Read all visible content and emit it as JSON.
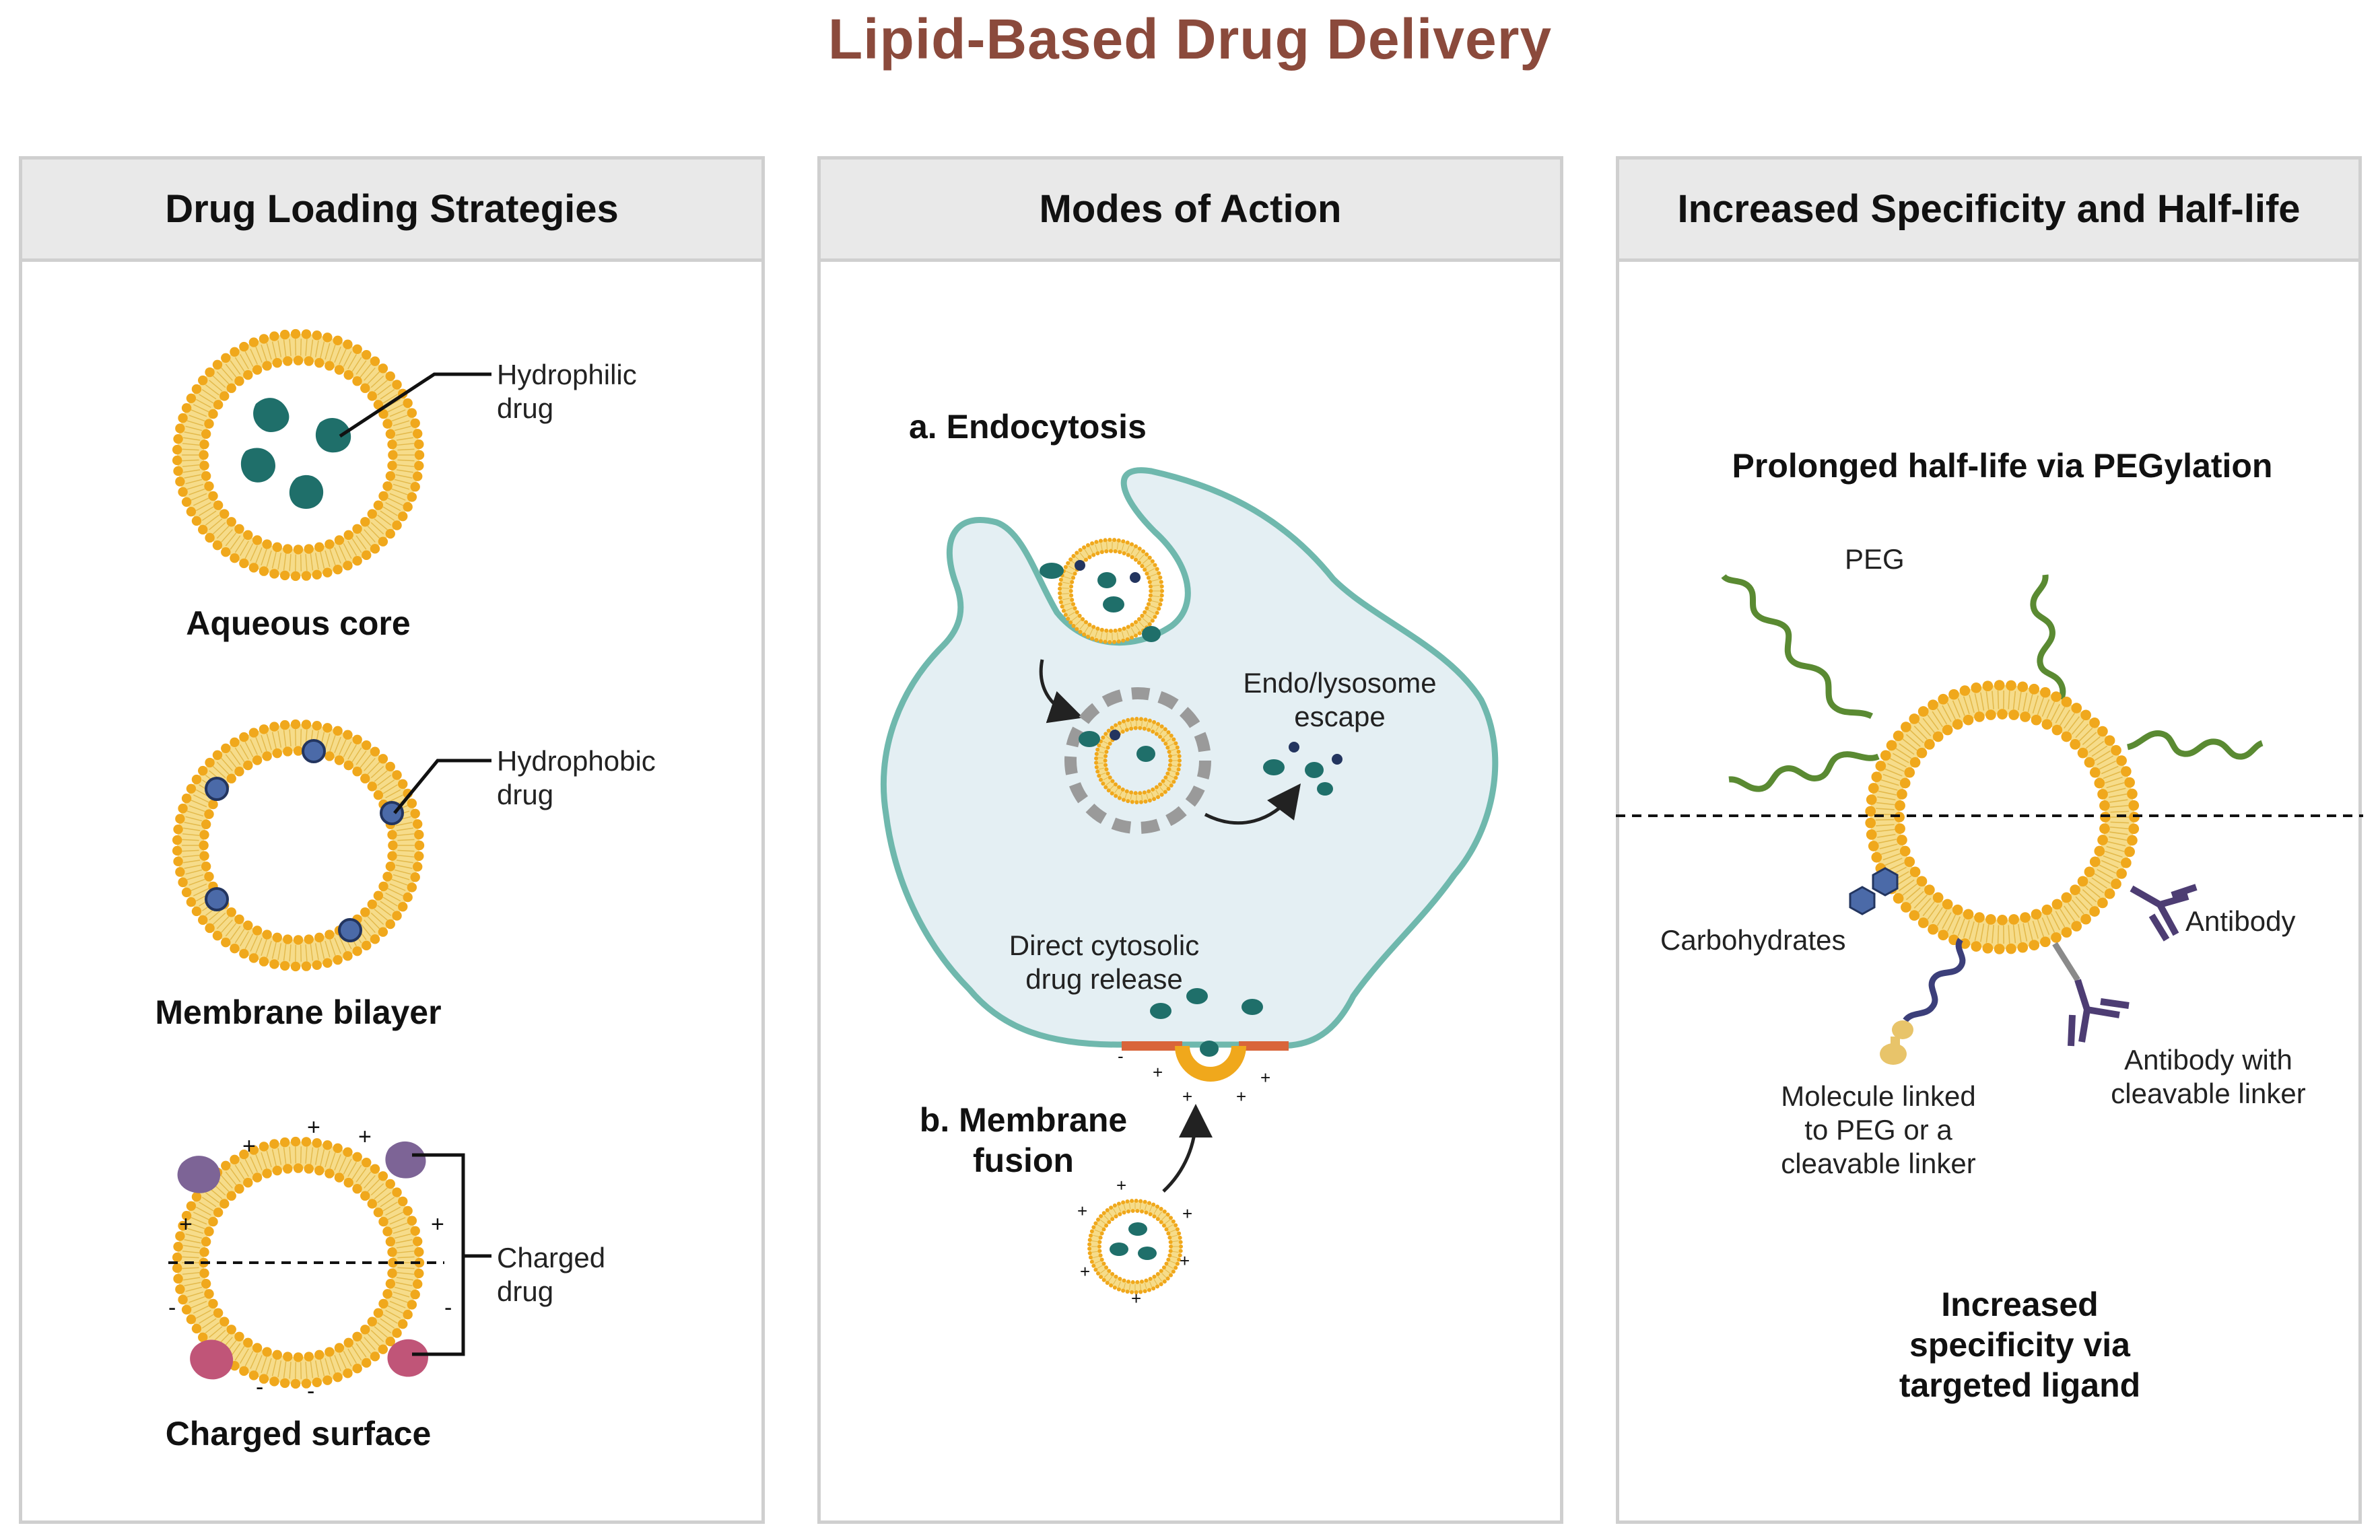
{
  "title": "Lipid-Based Drug Delivery",
  "panels": [
    {
      "heading": "Drug Loading Strategies",
      "items": {
        "aqueous_core": "Aqueous core",
        "membrane_bilayer": "Membrane bilayer",
        "charged_surface": "Charged surface",
        "hydrophilic_drug": "Hydrophilic\ndrug",
        "hydrophobic_drug": "Hydrophobic\ndrug",
        "charged_drug": "Charged\ndrug"
      }
    },
    {
      "heading": "Modes of Action",
      "items": {
        "endocytosis": "a. Endocytosis",
        "escape": "Endo/lysosome\nescape",
        "direct_release": "Direct cytosolic\ndrug release",
        "membrane_fusion": "b. Membrane\nfusion"
      }
    },
    {
      "heading": "Increased Specificity and Half-life",
      "items": {
        "pegylation": "Prolonged half-life via PEGylation",
        "peg": "PEG",
        "carbohydrates": "Carbohydrates",
        "antibody": "Antibody",
        "antibody_cleavable": "Antibody with\ncleavable linker",
        "molecule_linked": "Molecule linked\nto PEG or a\ncleavable linker",
        "targeted": "Increased\nspecificity via\ntargeted ligand"
      }
    }
  ],
  "colors": {
    "title": "#8b4a3c",
    "lipid_head": "#f0a81c",
    "lipid_tail": "#f6dc8a",
    "drug_teal": "#1f6f6a",
    "hydrophobic_blue": "#4b6aa8",
    "cell_fill": "#e4eff3",
    "cell_border": "#6fb8ad",
    "peg_green": "#5a8a32",
    "antibody_purple": "#4d3d73",
    "fusion_orange": "#d9653a"
  }
}
